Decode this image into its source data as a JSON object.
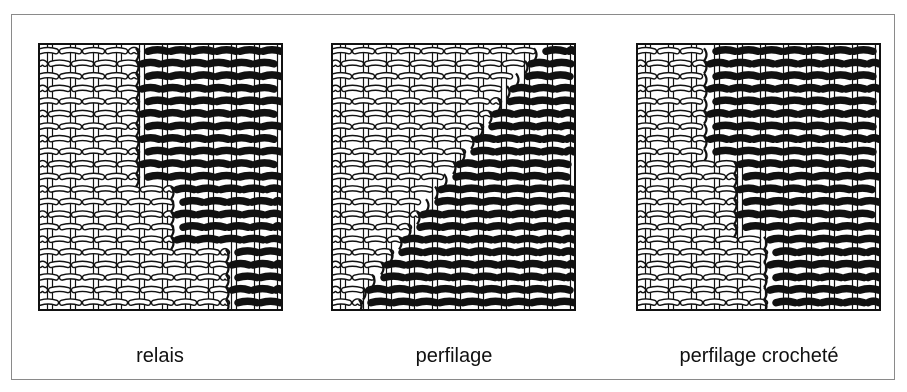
{
  "captions": {
    "relais": "relais",
    "perfilage": "perfilage",
    "perfilage_crochete": "perfilage crocheté"
  },
  "colors": {
    "background": "#ffffff",
    "ink": "#111111",
    "weft_light": "#ffffff"
  }
}
